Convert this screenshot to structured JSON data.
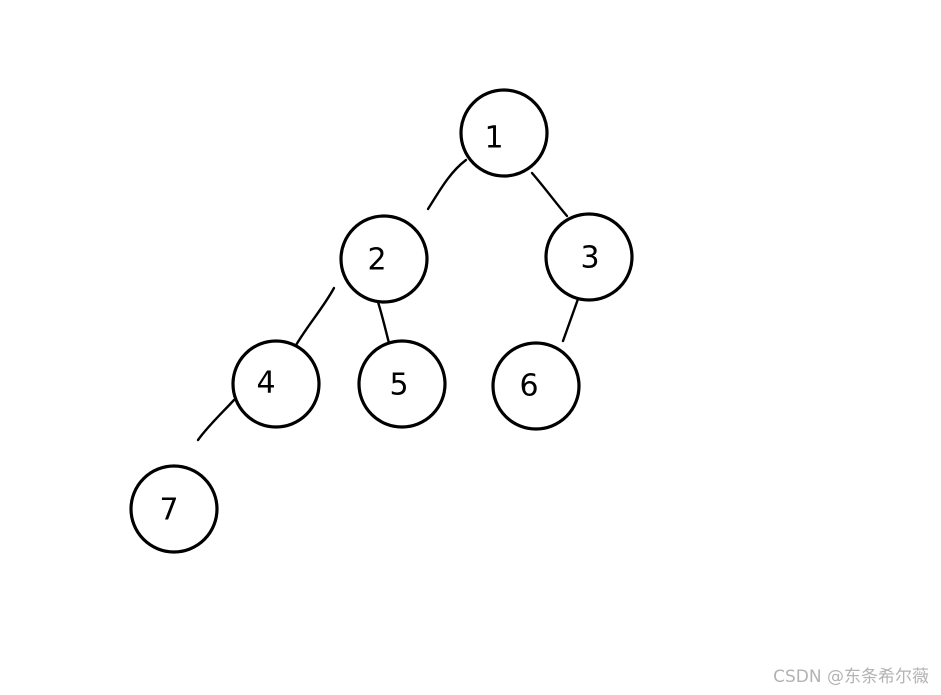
{
  "tree": {
    "nodes": [
      {
        "id": "n1",
        "label": "1"
      },
      {
        "id": "n2",
        "label": "2"
      },
      {
        "id": "n3",
        "label": "3"
      },
      {
        "id": "n4",
        "label": "4"
      },
      {
        "id": "n5",
        "label": "5"
      },
      {
        "id": "n6",
        "label": "6"
      },
      {
        "id": "n7",
        "label": "7"
      }
    ],
    "edges": [
      {
        "from": "n1",
        "to": "n2"
      },
      {
        "from": "n1",
        "to": "n3"
      },
      {
        "from": "n2",
        "to": "n4"
      },
      {
        "from": "n2",
        "to": "n5"
      },
      {
        "from": "n3",
        "to": "n6"
      },
      {
        "from": "n4",
        "to": "n7"
      }
    ]
  },
  "watermark": {
    "text": "CSDN @东条希尔薇"
  }
}
